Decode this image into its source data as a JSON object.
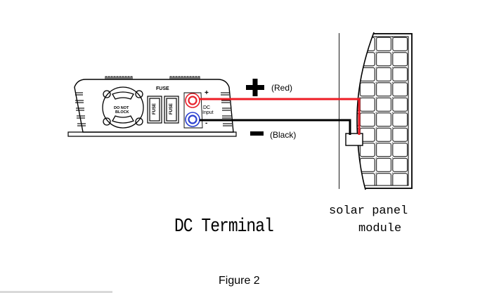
{
  "device": {
    "fuse_header": "FUSE",
    "fuse_labels": [
      "FUSE",
      "FUSE"
    ],
    "fan_label_line1": "DO NOT",
    "fan_label_line2": "BLOCK",
    "dc_input_line1": "DC",
    "dc_input_line2": "Input",
    "terminal_plus": "+",
    "terminal_minus": "-"
  },
  "wires": {
    "red_label": "(Red)",
    "black_label": "(Black)",
    "red_color": "#ee1c25",
    "black_color": "#000000"
  },
  "captions": {
    "dc_terminal": "DC Terminal",
    "solar_line1": "solar panel",
    "solar_line2": "module",
    "figure": "Figure 2"
  },
  "colors": {
    "terminal_red": "#e8202a",
    "terminal_blue": "#2a3fd0"
  }
}
